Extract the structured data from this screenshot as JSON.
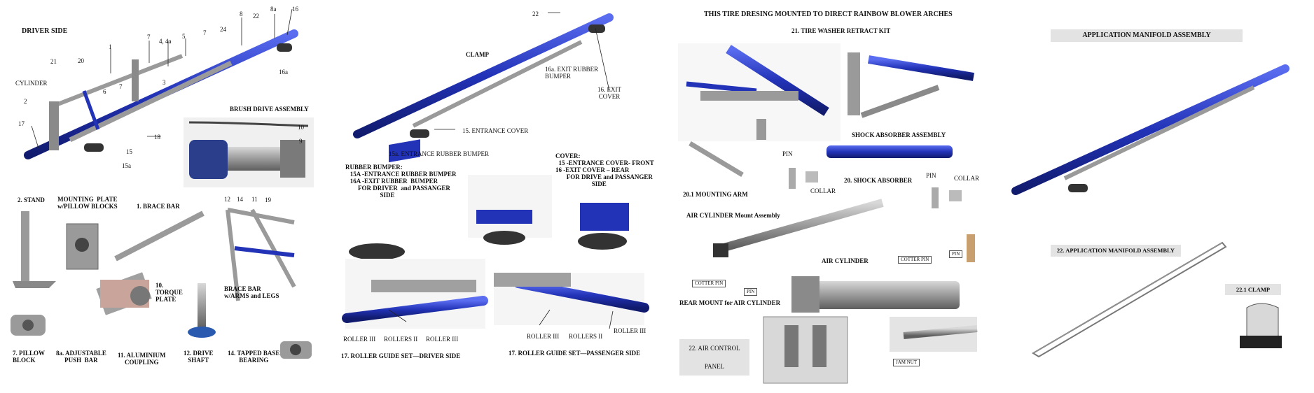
{
  "driver_side": {
    "title": "DRIVER SIDE",
    "cylinder_label": "CYLINDER",
    "brush_drive_assembly": "BRUSH DRIVE ASSEMBLY",
    "callouts": [
      "1",
      "2",
      "3",
      "4, 4a",
      "5",
      "6",
      "7",
      "7",
      "7",
      "8",
      "8a",
      "15",
      "15a",
      "16",
      "16a",
      "17",
      "18",
      "20",
      "21",
      "22",
      "24"
    ],
    "brush_callouts": [
      "9",
      "10",
      "11",
      "12",
      "14",
      "19"
    ]
  },
  "parts_row": {
    "stand": "2. STAND",
    "mounting_plate": "MOUNTING  PLATE\nw/PILLOW BLOCKS",
    "brace_bar": "1. BRACE BAR",
    "torque_plate": "10.\nTORQUE\nPLATE",
    "brace_bar_arms": "BRACE BAR\nw/ARMS and LEGS",
    "pillow_block": "7. PILLOW\nBLOCK",
    "adjustable_push_bar": "8a. ADJUSTABLE\nPUSH  BAR",
    "aluminium_coupling": "11. ALUMINIUM\nCOUPLING",
    "drive_shaft": "12. DRIVE\nSHAFT",
    "tapped_base_bearing": "14. TAPPED BASE\nBEARING"
  },
  "roller_panel": {
    "clamp": "CLAMP",
    "callout_22": "22",
    "exit_rubber_bumper": "16a. EXIT RUBBER\nBUMPER",
    "exit_cover": "16. EXIT\nCOVER",
    "entrance_cover": "15.  ENTRANCE  COVER",
    "entrance_rubber_bumper": "15a. ENTRANCE RUBBER BUMPER",
    "rubber_bumper": "RUBBER BUMPER:\n   15A -ENTRANCE RUBBER BUMPER\n   16A -EXIT RUBBER  BUMPER\n        FOR DRIVER  and PASSANGER\n                      SIDE",
    "cover": "COVER:\n  15 -ENTRANCE COVER- FRONT\n16 -EXIT COVER – REAR\n       FOR DRIVE and PASSANGER\n                       SIDE",
    "roller_iii_a": "ROLLER III",
    "rollers_ii_a": "ROLLERS II",
    "roller_iii_b": "ROLLER III",
    "roller_iii_c": "ROLLER III",
    "rollers_ii_b": "ROLLERS II",
    "roller_iii_d": "ROLLER III",
    "guide_driver": "17. ROLLER GUIDE SET—DRIVER SIDE",
    "guide_passenger": "17. ROLLER GUIDE SET—PASSENGER  SIDE"
  },
  "retract_panel": {
    "heading": "THIS TIRE DRESING MOUNTED TO DIRECT  RAINBOW BLOWER ARCHES",
    "kit": "21. TIRE WASHER RETRACT  KIT",
    "shock_absorber_assembly": "SHOCK ABSORBER ASSEMBLY",
    "mounting_arm": "20.1 MOUNTING ARM",
    "pin_a": "PIN",
    "collar_a": "COLLAR",
    "shock_absorber": "20. SHOCK ABSORBER",
    "pin_b": "PIN",
    "collar_b": "COLLAR",
    "air_cylinder_mount": "AIR CYLINDER Mount Assembly",
    "air_cylinder": "AIR CYLINDER",
    "cotter_pin_a": "COTTER PIN",
    "pin_c": "PIN",
    "cotter_pin_b": "COTTER PIN",
    "pin_d": "PIN",
    "rear_mount": "REAR MOUNT for AIR CYLINDER",
    "air_control_panel": "22. AIR CONTROL PANEL",
    "jam_nut": "JAM NUT"
  },
  "manifold_panel": {
    "heading": "APPLICATION MANIFOLD ASSEMBLY",
    "sub_heading": "22. APPLICATION MANIFOLD ASSEMBLY",
    "clamp": "22.1 CLAMP"
  },
  "colors": {
    "tube_blue": "#2233b8",
    "steel": "#8e8e8e",
    "header_gray": "#e3e3e3"
  }
}
